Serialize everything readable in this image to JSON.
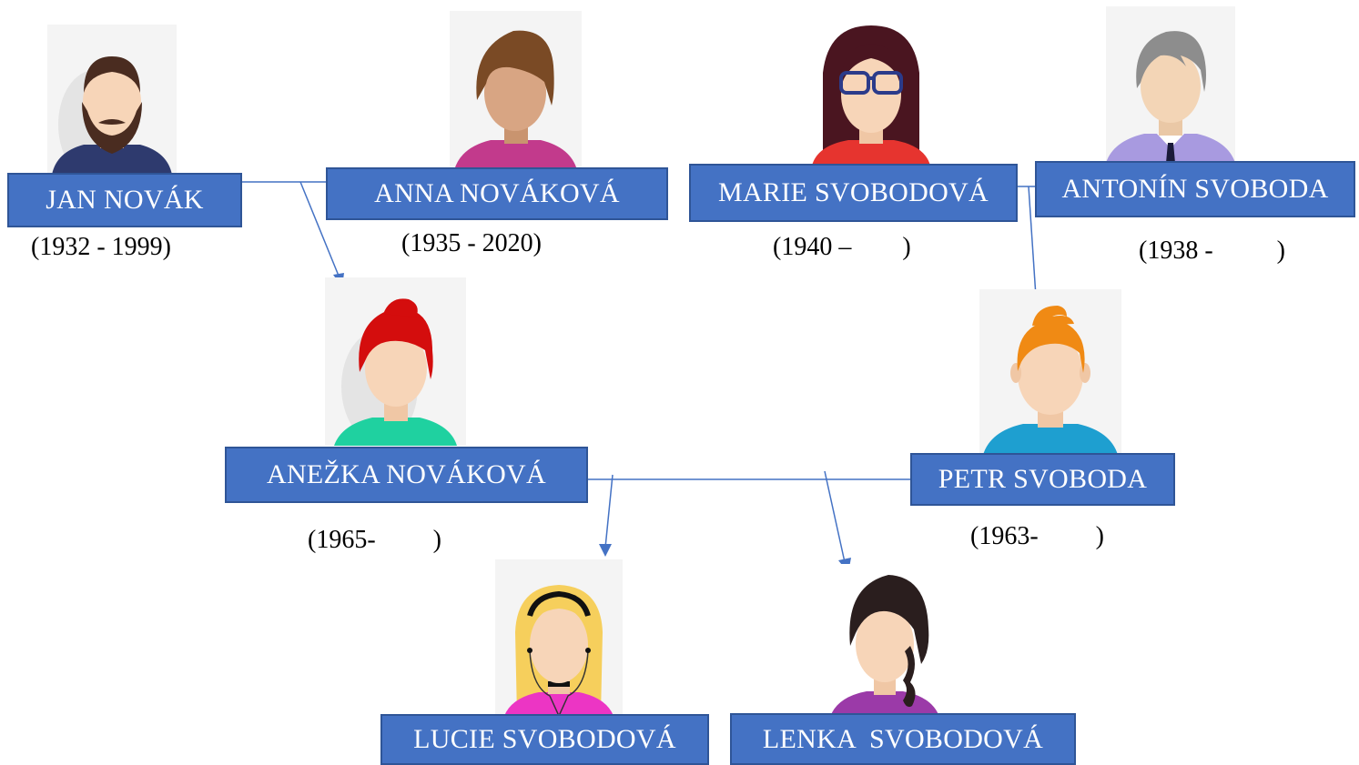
{
  "people": {
    "jan": {
      "name": "JAN NOVÁK",
      "years": "(1932 - 1999)"
    },
    "anna": {
      "name": "ANNA NOVÁKOVÁ",
      "years": "(1935 - 2020)"
    },
    "marie": {
      "name": "MARIE SVOBODOVÁ",
      "years": "(1940 –        )"
    },
    "antonin": {
      "name": "ANTONÍN SVOBODA",
      "years": "(1938 -          )"
    },
    "anezka": {
      "name": "ANEŽKA NOVÁKOVÁ",
      "years": "(1965-         )"
    },
    "petr": {
      "name": "PETR SVOBODA",
      "years": "(1963-         )"
    },
    "lucie": {
      "name": "LUCIE SVOBODOVÁ"
    },
    "lenka": {
      "name": "LENKA  SVOBODOVÁ"
    }
  },
  "colors": {
    "box_fill": "#4472c4",
    "box_border": "#2f5597",
    "connector": "#4472c4"
  },
  "icons": {
    "jan": "bearded-man-avatar-icon",
    "anna": "short-haired-woman-avatar-icon",
    "marie": "woman-with-glasses-avatar-icon",
    "antonin": "gray-haired-man-avatar-icon",
    "anezka": "red-haired-woman-avatar-icon",
    "petr": "orange-haired-man-avatar-icon",
    "lucie": "blonde-girl-with-earphones-avatar-icon",
    "lenka": "braided-woman-avatar-icon"
  }
}
